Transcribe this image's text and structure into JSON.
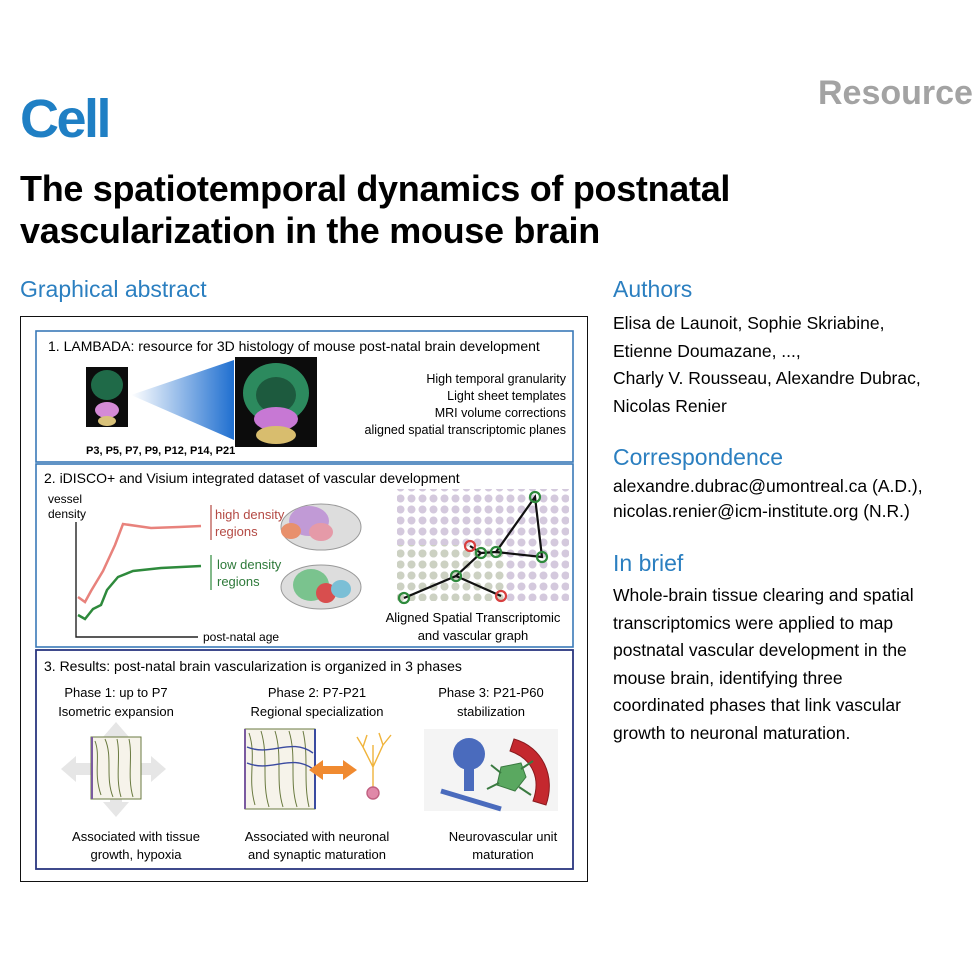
{
  "header": {
    "journal": "Cell",
    "article_type": "Resource",
    "title_line1": "The spatiotemporal dynamics of postnatal",
    "title_line2": "vascularization in the mouse brain"
  },
  "graphical_abstract": {
    "heading": "Graphical abstract",
    "panel1": {
      "title": "1. LAMBADA: resource for 3D histology of mouse post-natal brain development",
      "features": [
        "High temporal granularity",
        "Light sheet templates",
        "MRI volume corrections",
        "aligned spatial transcriptomic planes"
      ],
      "ages": "P3, P5, P7, P9, P12, P14, P21"
    },
    "panel2": {
      "title": "2. iDISCO+ and Visium integrated dataset of vascular development",
      "ylabel_line1": "vessel",
      "ylabel_line2": "density",
      "xlabel": "post-natal age",
      "high_line1": "high density",
      "high_line2": "regions",
      "low_line1": "low density",
      "low_line2": "regions",
      "spatial_line1": "Aligned Spatial Transcriptomic",
      "spatial_line2": "and vascular graph"
    },
    "panel3": {
      "title": "3. Results: post-natal brain vascularization is organized in 3 phases",
      "phases": [
        {
          "title": "Phase 1: up to P7",
          "subtitle": "Isometric expansion",
          "note_line1": "Associated with tissue",
          "note_line2": "growth, hypoxia"
        },
        {
          "title": "Phase 2: P7-P21",
          "subtitle": "Regional specialization",
          "note_line1": "Associated with neuronal",
          "note_line2": "and synaptic maturation"
        },
        {
          "title": "Phase 3: P21-P60",
          "subtitle": "stabilization",
          "note_line1": "Neurovascular unit",
          "note_line2": "maturation"
        }
      ]
    },
    "colors": {
      "high_line": "#e8827c",
      "low_line": "#2e8a3c",
      "frame_blue": "#3a79b8",
      "frame_navy": "#2a3680"
    }
  },
  "authors": {
    "heading": "Authors",
    "lines": [
      "Elisa de Launoit, Sophie Skriabine,",
      "Etienne Doumazane, ...,",
      "Charly V. Rousseau, Alexandre Dubrac,",
      "Nicolas Renier"
    ]
  },
  "correspondence": {
    "heading": "Correspondence",
    "line1": "alexandre.dubrac@umontreal.ca (A.D.),",
    "line2": "nicolas.renier@icm-institute.org (N.R.)"
  },
  "in_brief": {
    "heading": "In brief",
    "lines": [
      "Whole-brain tissue clearing and spatial",
      "transcriptomics were applied to map",
      "postnatal vascular development in the",
      "mouse brain, identifying three",
      "coordinated phases that link vascular",
      "growth to neuronal maturation."
    ]
  }
}
